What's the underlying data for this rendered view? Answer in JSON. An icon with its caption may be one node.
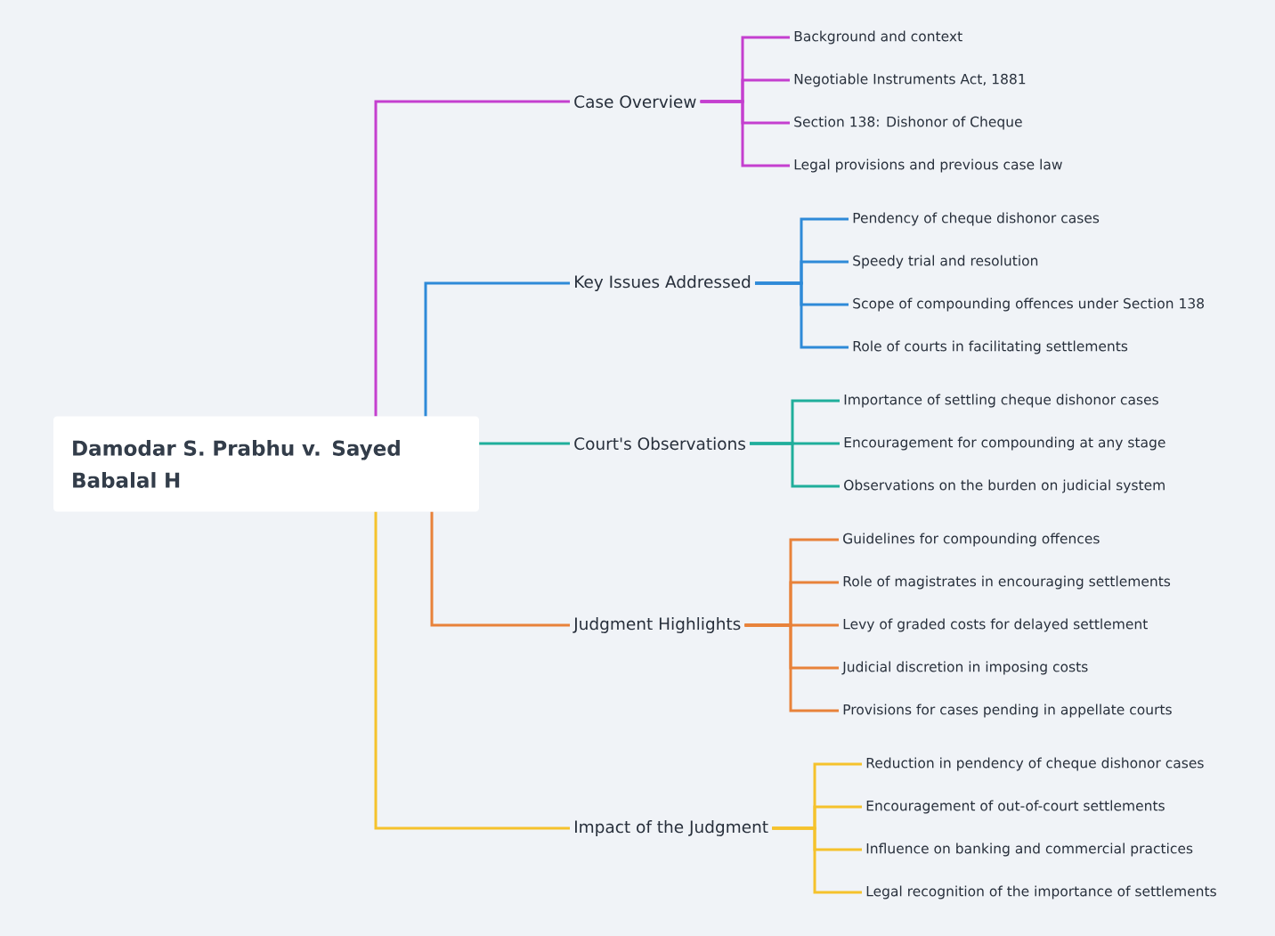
{
  "diagram": {
    "nodes": [
      {
        "text": [
          "Damodar S. Prabhu v. Sayed Babalal H"
        ]
      },
      {
        "text": [
          "Case Overview"
        ]
      },
      {
        "text": [
          "Background and context"
        ]
      },
      {
        "text": [
          "Negotiable Instruments Act, 1881"
        ]
      },
      {
        "text": [
          "Section 138: Dishonor of Cheque"
        ]
      },
      {
        "text": [
          "Legal provisions and previous case law"
        ]
      },
      {
        "text": [
          "Key Issues Addressed"
        ]
      },
      {
        "text": [
          "Pendency of cheque dishonor cases"
        ]
      },
      {
        "text": [
          "Speedy trial and resolution"
        ]
      },
      {
        "text": [
          "Scope of compounding offences under Section 138"
        ]
      },
      {
        "text": [
          "Role of courts in facilitating settlements"
        ]
      },
      {
        "text": [
          "Court's Observations"
        ]
      },
      {
        "text": [
          "Importance of settling cheque dishonor cases"
        ]
      },
      {
        "text": [
          "Encouragement for compounding at any stage"
        ]
      },
      {
        "text": [
          "Observations on the burden on judicial system"
        ]
      },
      {
        "text": [
          "Judgment Highlights"
        ]
      },
      {
        "text": [
          "Guidelines for compounding offences"
        ]
      },
      {
        "text": [
          "Role of magistrates in encouraging settlements"
        ]
      },
      {
        "text": [
          "Levy of graded costs for delayed settlement"
        ]
      },
      {
        "text": [
          "Judicial discretion in imposing costs"
        ]
      },
      {
        "text": [
          "Provisions for cases pending in appellate courts"
        ]
      },
      {
        "text": [
          "Impact of the Judgment"
        ]
      },
      {
        "text": [
          "Reduction in pendency of cheque dishonor cases"
        ]
      },
      {
        "text": [
          "Encouragement of out-of-court settlements"
        ]
      },
      {
        "text": [
          "Influence on banking and commercial practices"
        ]
      },
      {
        "text": [
          "Legal recognition of the importance of settlements"
        ]
      }
    ],
    "edges": [
      {
        "from": 0,
        "to": 1,
        "arrow": "none",
        "color": "#c43fcf"
      },
      {
        "from": 1,
        "to": 2,
        "arrow": "none",
        "color": "#c43fcf"
      },
      {
        "from": 1,
        "to": 3,
        "arrow": "none",
        "color": "#c43fcf"
      },
      {
        "from": 1,
        "to": 4,
        "arrow": "none",
        "color": "#c43fcf"
      },
      {
        "from": 1,
        "to": 5,
        "arrow": "none",
        "color": "#c43fcf"
      },
      {
        "from": 0,
        "to": 6,
        "arrow": "none",
        "color": "#2e8ad8"
      },
      {
        "from": 6,
        "to": 7,
        "arrow": "none",
        "color": "#2e8ad8"
      },
      {
        "from": 6,
        "to": 8,
        "arrow": "none",
        "color": "#2e8ad8"
      },
      {
        "from": 6,
        "to": 9,
        "arrow": "none",
        "color": "#2e8ad8"
      },
      {
        "from": 6,
        "to": 10,
        "arrow": "none",
        "color": "#2e8ad8"
      },
      {
        "from": 0,
        "to": 11,
        "arrow": "none",
        "color": "#1fae9b"
      },
      {
        "from": 11,
        "to": 12,
        "arrow": "none",
        "color": "#1fae9b"
      },
      {
        "from": 11,
        "to": 13,
        "arrow": "none",
        "color": "#1fae9b"
      },
      {
        "from": 11,
        "to": 14,
        "arrow": "none",
        "color": "#1fae9b"
      },
      {
        "from": 0,
        "to": 15,
        "arrow": "none",
        "color": "#e8823a"
      },
      {
        "from": 15,
        "to": 16,
        "arrow": "none",
        "color": "#e8823a"
      },
      {
        "from": 15,
        "to": 17,
        "arrow": "none",
        "color": "#e8823a"
      },
      {
        "from": 15,
        "to": 18,
        "arrow": "none",
        "color": "#e8823a"
      },
      {
        "from": 15,
        "to": 19,
        "arrow": "none",
        "color": "#e8823a"
      },
      {
        "from": 15,
        "to": 20,
        "arrow": "none",
        "color": "#e8823a"
      },
      {
        "from": 0,
        "to": 21,
        "arrow": "none",
        "color": "#f5c22c"
      },
      {
        "from": 21,
        "to": 22,
        "arrow": "none",
        "color": "#f5c22c"
      },
      {
        "from": 21,
        "to": 23,
        "arrow": "none",
        "color": "#f5c22c"
      },
      {
        "from": 21,
        "to": 24,
        "arrow": "none",
        "color": "#f5c22c"
      },
      {
        "from": 21,
        "to": 25,
        "arrow": "none",
        "color": "#f5c22c"
      }
    ]
  }
}
